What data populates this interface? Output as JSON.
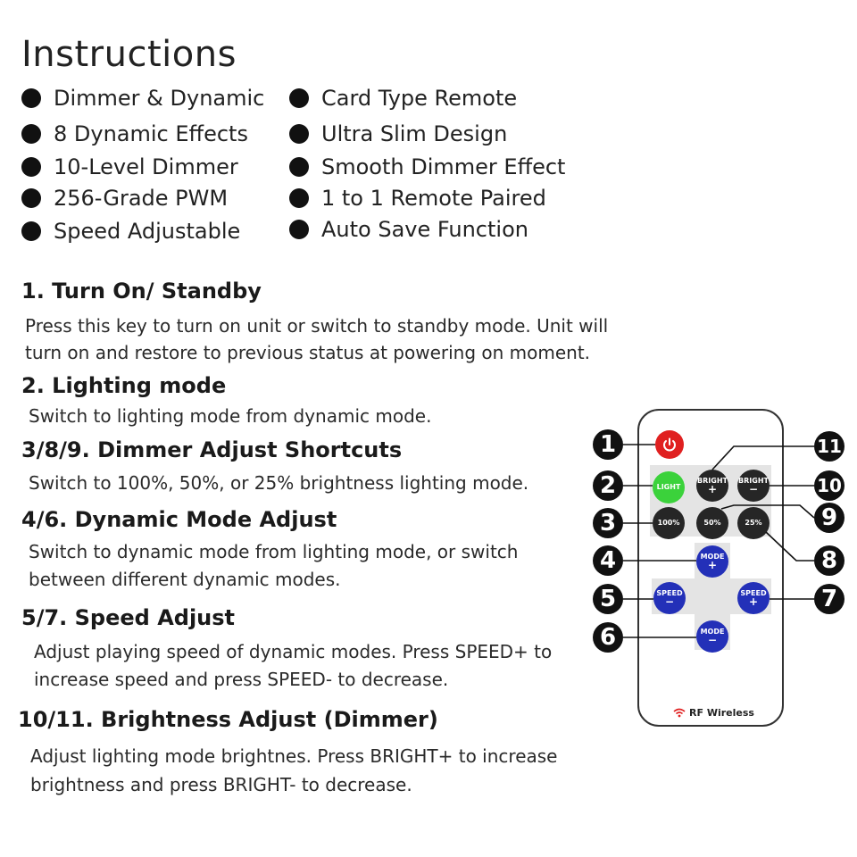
{
  "title": "Instructions",
  "features_left": [
    "Dimmer & Dynamic",
    "8 Dynamic Effects",
    "10-Level Dimmer",
    "256-Grade PWM",
    "Speed Adjustable"
  ],
  "features_right": [
    "Card Type Remote",
    "Ultra Slim Design",
    "Smooth Dimmer Effect",
    "1 to 1 Remote Paired",
    "Auto Save Function"
  ],
  "sections": [
    {
      "heading": "1. Turn On/ Standby",
      "lines": [
        "Press this key to turn on unit or switch to standby mode. Unit will",
        "turn on and restore to previous status at powering on moment."
      ]
    },
    {
      "heading": "2. Lighting mode",
      "lines": [
        "Switch to lighting  mode from dynamic mode."
      ]
    },
    {
      "heading": "3/8/9. Dimmer Adjust Shortcuts",
      "lines": [
        "Switch to 100%, 50%, or 25%  brightness lighting mode."
      ]
    },
    {
      "heading": "4/6. Dynamic Mode Adjust",
      "lines": [
        "Switch to dynamic mode from lighting mode, or switch",
        "between different dynamic modes."
      ]
    },
    {
      "heading": "5/7. Speed Adjust",
      "lines": [
        "Adjust playing speed of dynamic modes. Press SPEED+ to",
        "increase speed and press SPEED- to decrease."
      ]
    },
    {
      "heading": "10/11. Brightness Adjust (Dimmer)",
      "lines": [
        "Adjust lighting mode brightnes. Press BRIGHT+ to increase",
        "brightness and press BRIGHT- to decrease."
      ]
    }
  ],
  "remote": {
    "light": "LIGHT",
    "bright_plus": [
      "BRIGHT",
      "+"
    ],
    "bright_minus": [
      "BRIGHT",
      "−"
    ],
    "pct100": "100%",
    "pct50": "50%",
    "pct25": "25%",
    "mode_plus": [
      "MODE",
      "+"
    ],
    "mode_minus": [
      "MODE",
      "−"
    ],
    "speed_minus": [
      "SPEED",
      "−"
    ],
    "speed_plus": [
      "SPEED",
      "+"
    ],
    "rf_label": "RF Wireless",
    "power_color": "#e02020",
    "light_color": "#3bd23b"
  },
  "callouts": [
    "1",
    "2",
    "3",
    "4",
    "5",
    "6",
    "7",
    "8",
    "9",
    "10",
    "11"
  ]
}
